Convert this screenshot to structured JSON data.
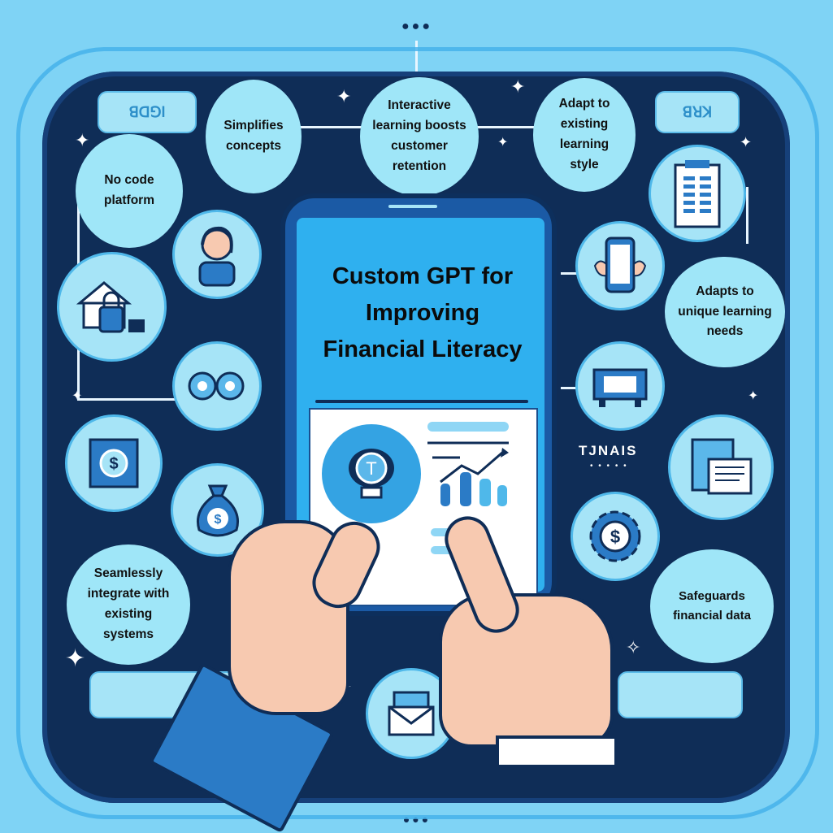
{
  "diagram": {
    "title": "Custom GPT for\nImproving\nFinancial Literacy",
    "top_dots": "●●●",
    "bottom_dots": "●●●",
    "bubbles": [
      {
        "id": "no-code",
        "label": "No code\nplatform"
      },
      {
        "id": "simplifies",
        "label": "Simplifies\nconcepts"
      },
      {
        "id": "interactive",
        "label": "Interactive\nlearning boosts\ncustomer\nretention"
      },
      {
        "id": "adapt-style",
        "label": "Adapt to\nexisting\nlearning\nstyle"
      },
      {
        "id": "adapts-needs",
        "label": "Adapts to\nunique learning\nneeds"
      },
      {
        "id": "seamless",
        "label": "Seamlessly\nintegrate with\nexisting\nsystems"
      },
      {
        "id": "safeguards",
        "label": "Safeguards\nfinancial data"
      }
    ],
    "icons": [
      {
        "name": "person-avatar-icon"
      },
      {
        "name": "house-padlock-icon"
      },
      {
        "name": "gears-icon"
      },
      {
        "name": "safe-dollar-icon"
      },
      {
        "name": "money-bag-icon"
      },
      {
        "name": "document-list-icon"
      },
      {
        "name": "phone-chat-icon"
      },
      {
        "name": "machine-icon"
      },
      {
        "name": "documents-icon"
      },
      {
        "name": "dollar-gear-icon"
      },
      {
        "name": "envelope-card-icon"
      },
      {
        "name": "lightbulb-icon"
      },
      {
        "name": "growth-chart-icon"
      }
    ],
    "decor_text": {
      "tinals": "TJNAIS",
      "tinals_dots": "• • • • •",
      "pill_left": "ꓭꓷ⅁l",
      "pill_right": "ꓭꓤꓘ",
      "dollar": "$",
      "bulb_letter": "T"
    },
    "colors": {
      "background": "#7fd3f5",
      "frame": "#0f2d57",
      "bubble": "#9fe6f8",
      "screen": "#2fb0ef",
      "accent": "#2b7bc6"
    }
  }
}
